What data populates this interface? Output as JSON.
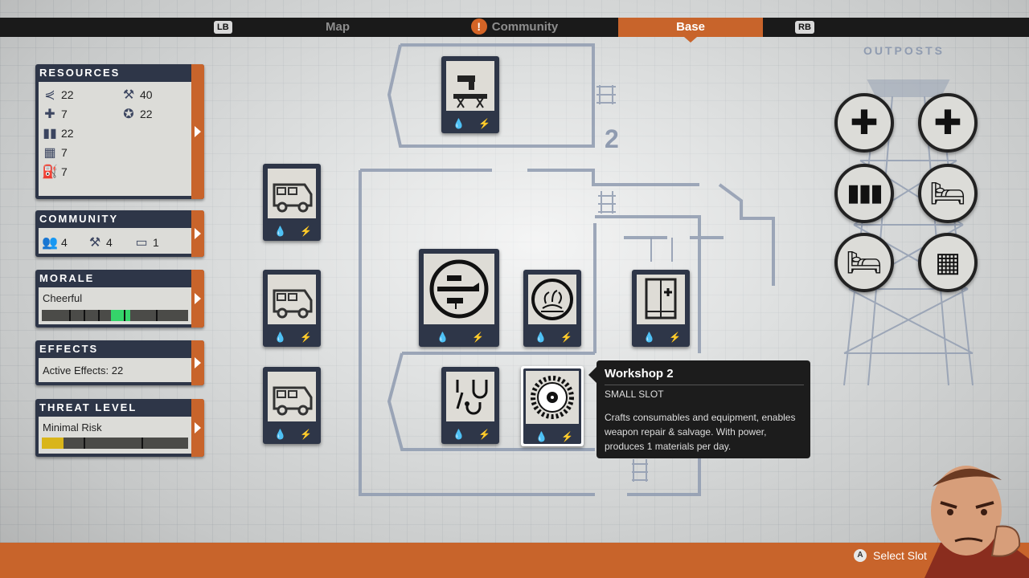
{
  "tabs": {
    "lb": "LB",
    "map": "Map",
    "community": "Community",
    "community_alert": "!",
    "base": "Base",
    "rb": "RB"
  },
  "resources": {
    "title": "RESOURCES",
    "food": "22",
    "medicine": "7",
    "ammo": "22",
    "materials": "7",
    "fuel": "7",
    "construction": "40",
    "influence": "22"
  },
  "community": {
    "title": "COMMUNITY",
    "survivors": "4",
    "workers": "4",
    "beds": "1"
  },
  "morale": {
    "title": "MORALE",
    "status": "Cheerful",
    "level_fraction": 0.55
  },
  "effects": {
    "title": "EFFECTS",
    "active": "Active Effects: 22"
  },
  "threat": {
    "title": "THREAT LEVEL",
    "status": "Minimal Risk",
    "level_fraction": 0.15
  },
  "map": {
    "floor_label": "2"
  },
  "tooltip": {
    "title": "Workshop 2",
    "subtitle": "SMALL SLOT",
    "description": "Crafts consumables and equipment, enables weapon repair & salvage. With power, produces 1 materials per day."
  },
  "outposts": {
    "title": "OUTPOSTS"
  },
  "footer": {
    "a_button": "A",
    "select_label": "Select Slot"
  },
  "icons": {
    "water": "water-drop-icon",
    "power": "lightning-icon"
  },
  "colors": {
    "accent": "#c8642b",
    "panel": "#2e3648",
    "morale_fill": "#35d46a",
    "threat_fill": "#d9b51a"
  }
}
